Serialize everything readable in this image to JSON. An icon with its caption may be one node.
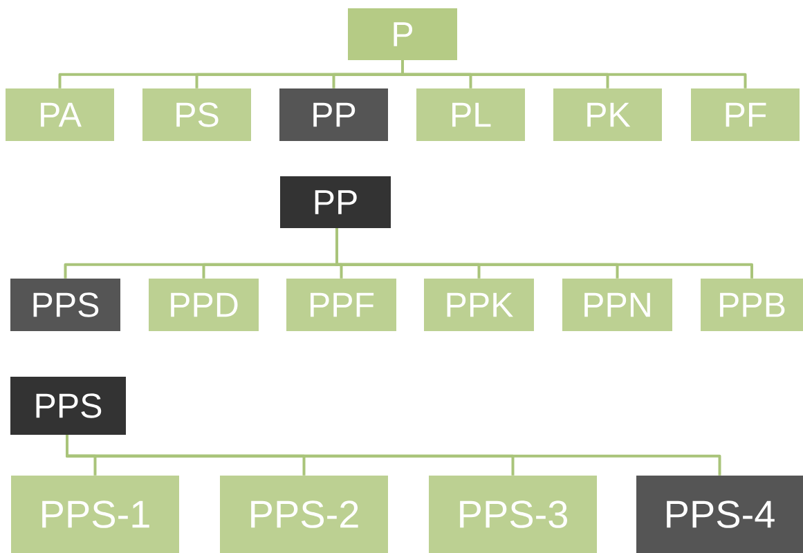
{
  "diagram": {
    "nodes": [
      {
        "text": [
          "P"
        ]
      },
      {
        "text": [
          "PA"
        ]
      },
      {
        "text": [
          "PS"
        ]
      },
      {
        "text": [
          "PP"
        ]
      },
      {
        "text": [
          "PL"
        ]
      },
      {
        "text": [
          "PK"
        ]
      },
      {
        "text": [
          "PF"
        ]
      },
      {
        "text": [
          "PP"
        ]
      },
      {
        "text": [
          "PPS"
        ]
      },
      {
        "text": [
          "PPD"
        ]
      },
      {
        "text": [
          "PPF"
        ]
      },
      {
        "text": [
          "PPK"
        ]
      },
      {
        "text": [
          "PPN"
        ]
      },
      {
        "text": [
          "PPB"
        ]
      },
      {
        "text": [
          "PPS"
        ]
      },
      {
        "text": [
          "PPS-1"
        ]
      },
      {
        "text": [
          "PPS-2"
        ]
      },
      {
        "text": [
          "PPS-3"
        ]
      },
      {
        "text": [
          "PPS-4"
        ]
      }
    ],
    "edges": [
      {
        "from": 0,
        "to": 1,
        "arrow": "none"
      },
      {
        "from": 0,
        "to": 2,
        "arrow": "none"
      },
      {
        "from": 0,
        "to": 3,
        "arrow": "none"
      },
      {
        "from": 0,
        "to": 4,
        "arrow": "none"
      },
      {
        "from": 0,
        "to": 5,
        "arrow": "none"
      },
      {
        "from": 0,
        "to": 6,
        "arrow": "none"
      },
      {
        "from": 7,
        "to": 8,
        "arrow": "none"
      },
      {
        "from": 7,
        "to": 9,
        "arrow": "none"
      },
      {
        "from": 7,
        "to": 10,
        "arrow": "none"
      },
      {
        "from": 7,
        "to": 11,
        "arrow": "none"
      },
      {
        "from": 7,
        "to": 12,
        "arrow": "none"
      },
      {
        "from": 7,
        "to": 13,
        "arrow": "none"
      },
      {
        "from": 14,
        "to": 15,
        "arrow": "none"
      },
      {
        "from": 14,
        "to": 16,
        "arrow": "none"
      },
      {
        "from": 14,
        "to": 17,
        "arrow": "none"
      },
      {
        "from": 14,
        "to": 18,
        "arrow": "none"
      }
    ]
  }
}
